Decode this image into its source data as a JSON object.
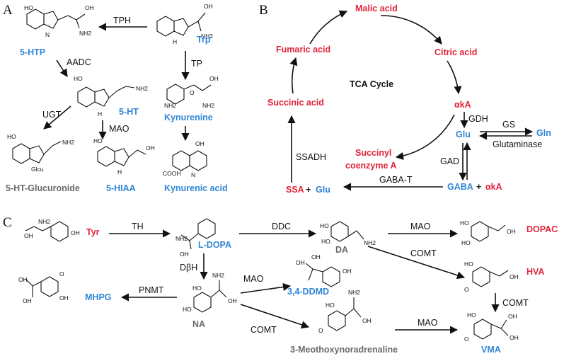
{
  "panels": {
    "a": "A",
    "b": "B",
    "c": "C"
  },
  "panel_a": {
    "compounds": {
      "htp": "5-HTP",
      "trp": "Trp",
      "ht": "5-HT",
      "kynurenine": "Kynurenine",
      "ht_glucuronide": "5-HT-Glucuronide",
      "hiaa": "5-HIAA",
      "kynurenic": "Kynurenic acid"
    },
    "enzymes": {
      "tph": "TPH",
      "aadc": "AADC",
      "tp": "TP",
      "ugt": "UGT",
      "mao": "MAO"
    }
  },
  "panel_b": {
    "center": "TCA Cycle",
    "compounds": {
      "malic": "Malic acid",
      "citric": "Citric acid",
      "fumaric": "Fumaric acid",
      "succinic": "Succinic acid",
      "akg": "αkA",
      "glu": "Glu",
      "gln": "Gln",
      "succinyl1": "Succinyl",
      "succinyl2": "coenzyme A",
      "gaba": "GABA",
      "plus1": "+",
      "akg2": "αkA",
      "ssa": "SSA",
      "plus2": "+",
      "glu2": "Glu"
    },
    "enzymes": {
      "gdh": "GDH",
      "gs": "GS",
      "glutaminase": "Glutaminase",
      "ssadh": "SSADH",
      "gad": "GAD",
      "gabat": "GABA-T"
    }
  },
  "panel_c": {
    "compounds": {
      "tyr": "Tyr",
      "ldopa": "L-DOPA",
      "da": "DA",
      "dopac": "DOPAC",
      "hva": "HVA",
      "mhpg": "MHPG",
      "ddmd": "3,4-DDMD",
      "na": "NA",
      "meo": "3-Meothoxynoradrenaline",
      "vma": "VMA"
    },
    "enzymes": {
      "th": "TH",
      "ddc": "DDC",
      "mao1": "MAO",
      "comt1": "COMT",
      "dbh": "DβH",
      "mao2": "MAO",
      "pnmt": "PNMT",
      "comt2": "COMT",
      "comt3": "COMT",
      "mao3": "MAO"
    }
  },
  "atoms": {
    "ho": "HO",
    "oh": "OH",
    "nh2": "NH2",
    "h": "H",
    "n": "N",
    "o": "O",
    "cooh": "COOH",
    "glcu": "Glcu"
  },
  "colors": {
    "blue": "#2f86d6",
    "red": "#e0243a",
    "gray": "#6a6a6a",
    "black": "#111111"
  }
}
